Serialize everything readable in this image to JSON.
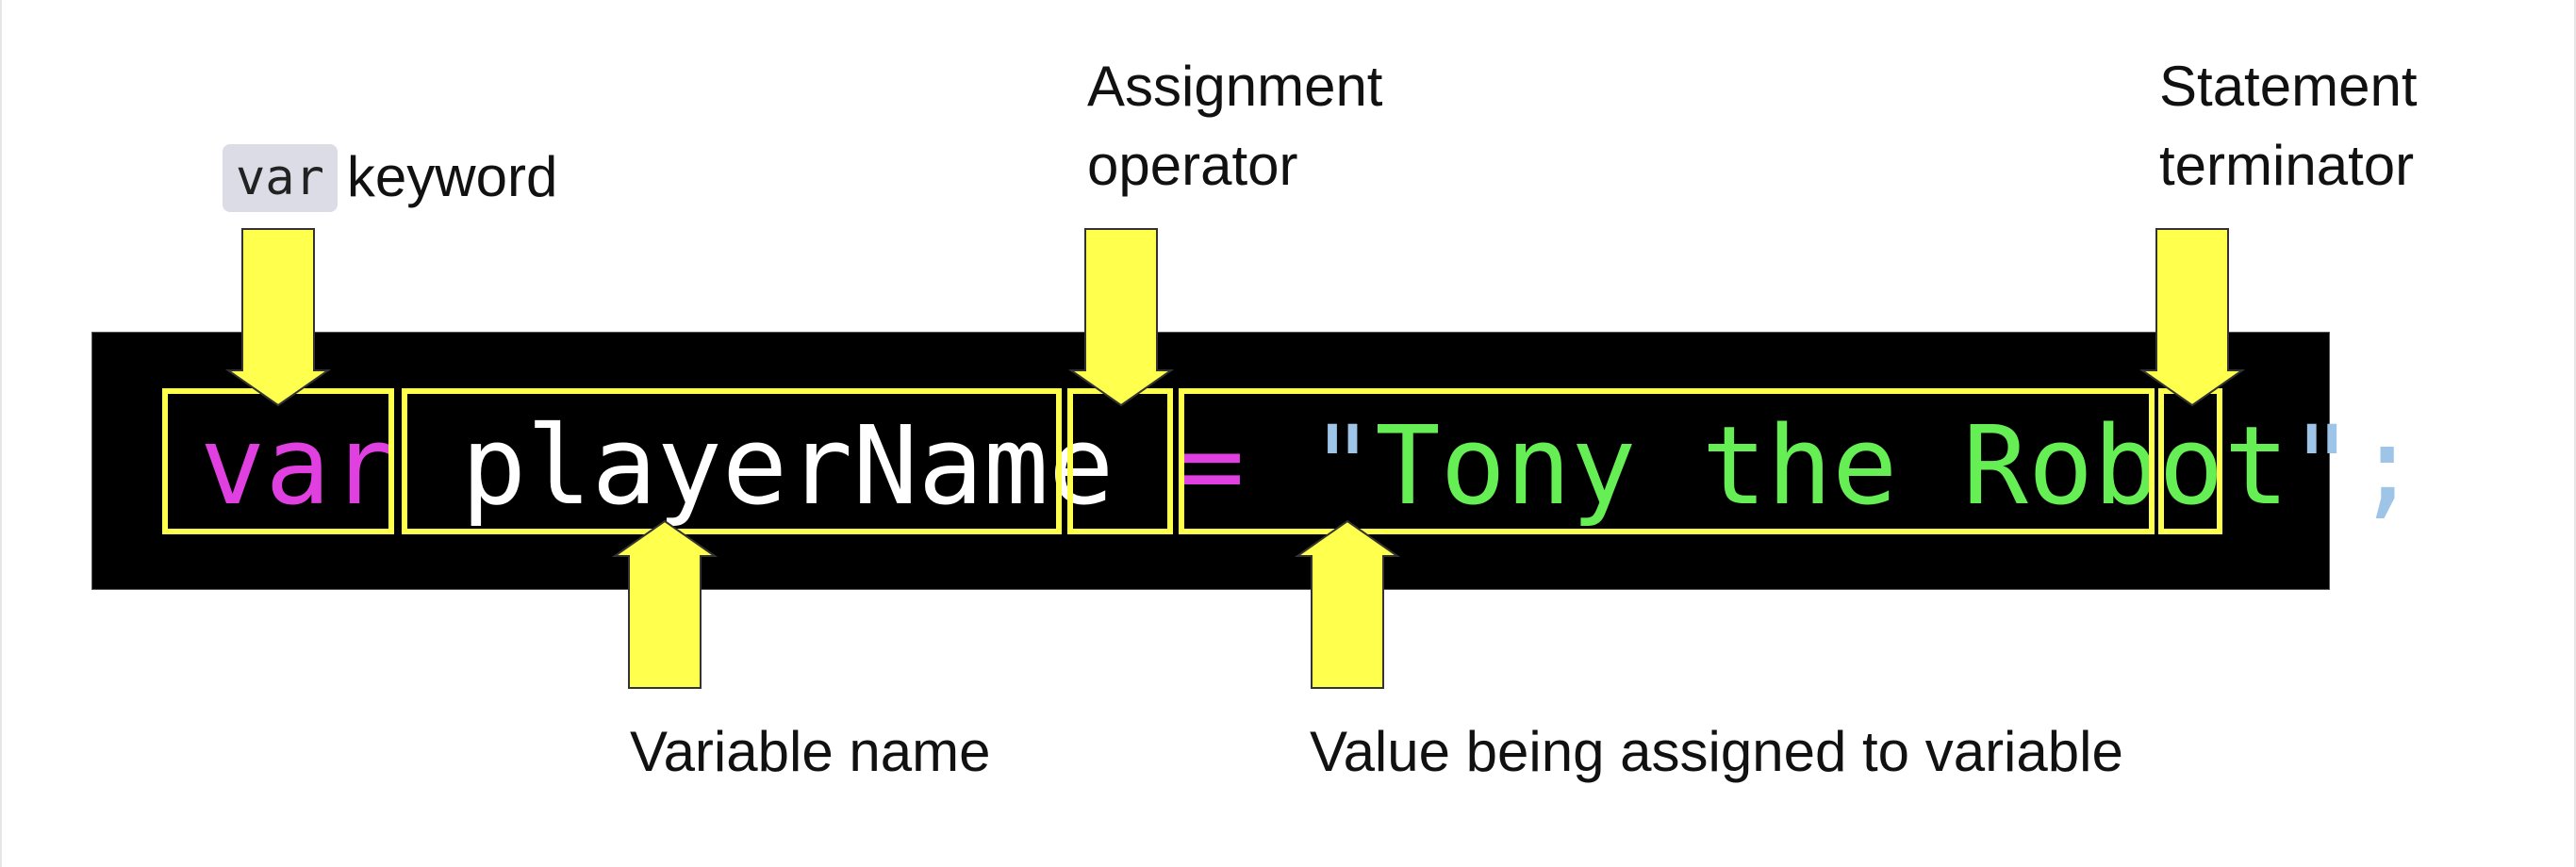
{
  "code": {
    "keyword": "var",
    "space1": " ",
    "variable_name": "playerName",
    "space2": " ",
    "operator": "=",
    "space3": " ",
    "string_value": "\"Tony the Robot\"",
    "terminator": ";"
  },
  "labels": {
    "keyword_code": "var",
    "keyword_text": "keyword",
    "assignment_line1": "Assignment",
    "assignment_line2": "operator",
    "statement_line1": "Statement",
    "statement_line2": "terminator",
    "variable_name": "Variable name",
    "value": "Value being assigned to variable"
  },
  "colors": {
    "keyword": "#e040e0",
    "variable_name": "#ffffff",
    "operator": "#e040e0",
    "string": "#66ee55",
    "quote": "#9ec4e8",
    "terminator": "#9ec4e8",
    "highlight": "#ffff4d",
    "code_background": "#000000"
  }
}
